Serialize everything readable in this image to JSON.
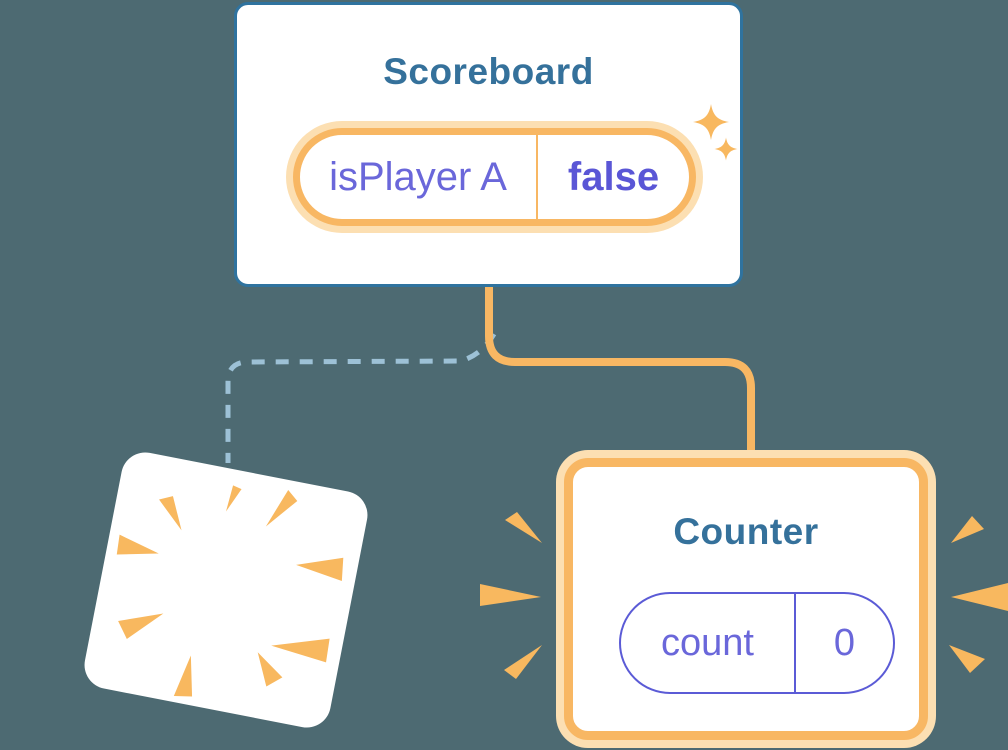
{
  "colors": {
    "background": "#4d6a72",
    "card-bg": "#ffffff",
    "scoreboard-border": "#2f739f",
    "title-blue": "#35719b",
    "orange": "#f8b763",
    "orange-halo": "#fcdfb2",
    "starburst": "#f8b85f",
    "purple": "#6a67da",
    "purple-bold": "#5a56d6",
    "pill-purple-border": "#5b5bd6",
    "dashed-line": "#9dc1d6"
  },
  "scoreboard": {
    "title": "Scoreboard",
    "state": {
      "name": "isPlayer A",
      "value": "false"
    }
  },
  "counter": {
    "title": "Counter",
    "state": {
      "name": "count",
      "value": "0"
    }
  },
  "icons": {
    "sparkle-icon": "four-point star (state preserved)",
    "starburst-icon": "radial poof burst (component destroyed)",
    "emphasis-icon": "radiating wedges (newly created emphasis)"
  }
}
